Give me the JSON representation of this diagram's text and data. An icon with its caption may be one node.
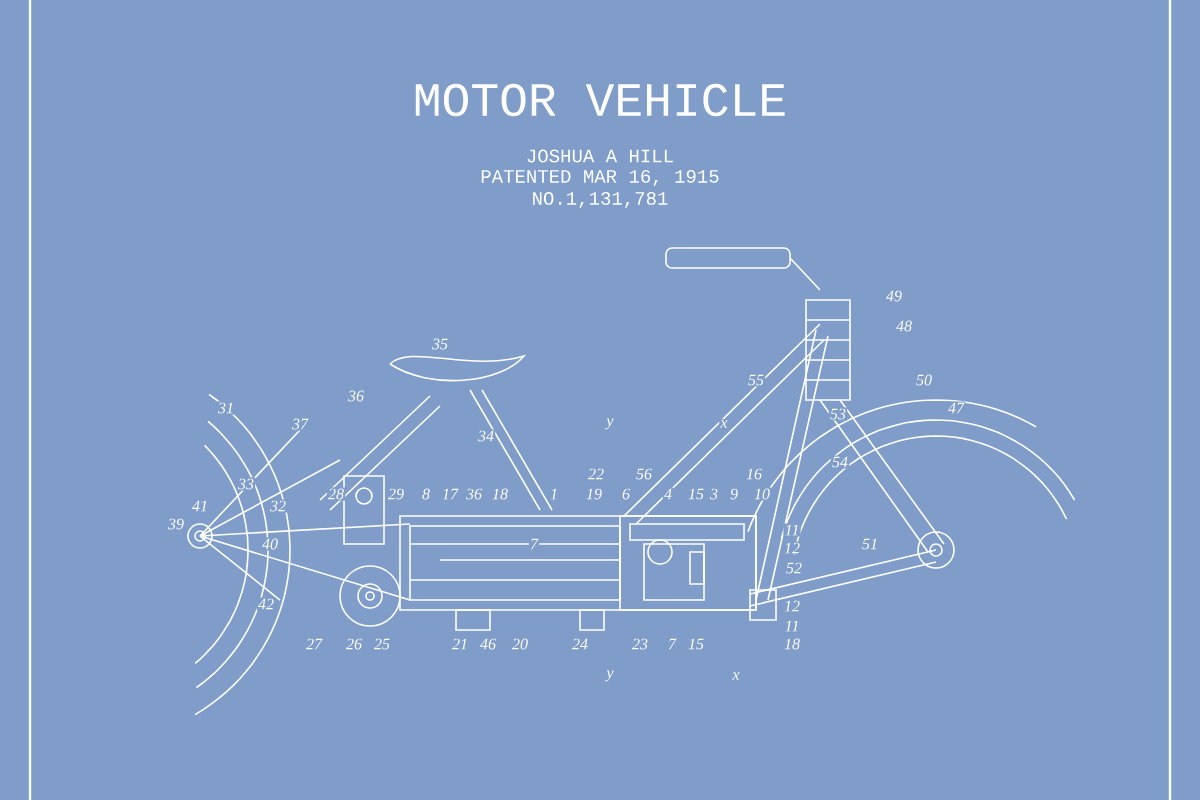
{
  "diagram": {
    "title": "MOTOR VEHICLE",
    "labels": [
      "JOSHUA A HILL",
      "PATENTED MAR 16, 1915",
      "NO.1,131,781",
      "49",
      "48",
      "35",
      "55",
      "50",
      "36",
      "31",
      "47",
      "53",
      "37",
      "y",
      "x",
      "34",
      "54",
      "22",
      "56",
      "16",
      "33",
      "28",
      "29",
      "8",
      "17",
      "36",
      "18",
      "1",
      "19",
      "6",
      "4",
      "15",
      "3",
      "9",
      "10",
      "41",
      "32",
      "39",
      "11",
      "40",
      "7",
      "12",
      "51",
      "52",
      "42",
      "12",
      "11",
      "27",
      "26",
      "25",
      "21",
      "46",
      "20",
      "24",
      "23",
      "7",
      "15",
      "18",
      "y",
      "x"
    ]
  }
}
